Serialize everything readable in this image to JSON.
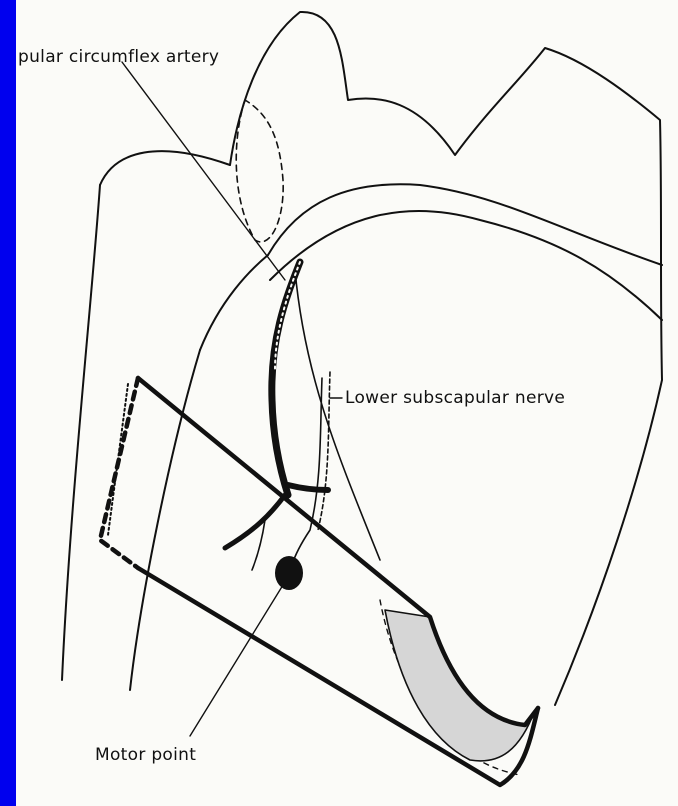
{
  "labels": {
    "artery": "pular circumflex artery",
    "nerve": "Lower subscapular nerve",
    "motor_point": "Motor point"
  },
  "colors": {
    "left_bar": "#0000ee",
    "background": "#fbfbf8",
    "ink": "#111111"
  },
  "icons": [
    "motor-point-dot"
  ]
}
